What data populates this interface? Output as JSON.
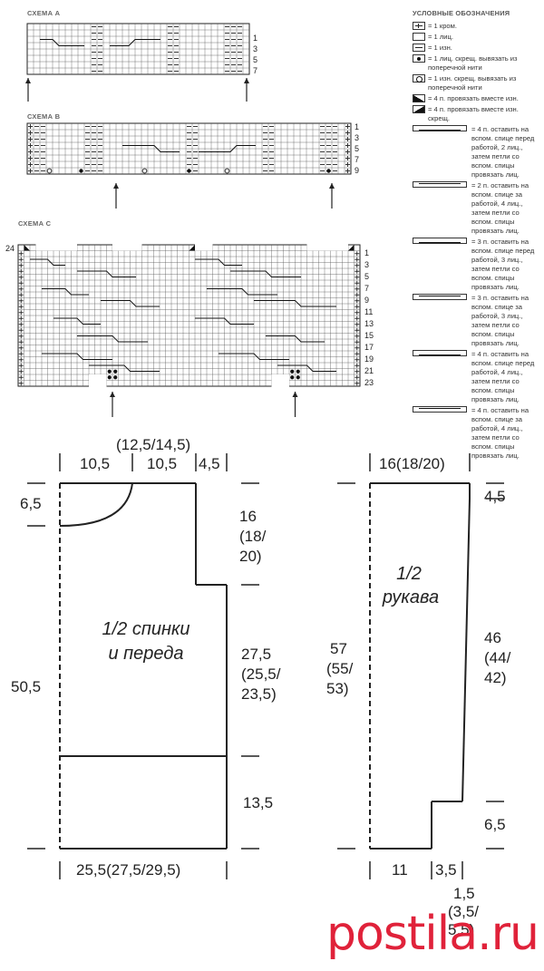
{
  "schemes": [
    {
      "title": "СХЕМА А",
      "row_numbers": [
        "7",
        "5",
        "3",
        "1"
      ]
    },
    {
      "title": "СХЕМА В",
      "row_numbers": [
        "9",
        "7",
        "5",
        "3",
        "1"
      ]
    },
    {
      "title": "СХЕМА С",
      "row_numbers": [
        "23",
        "21",
        "19",
        "17",
        "15",
        "13",
        "11",
        "9",
        "7",
        "5",
        "3",
        "1"
      ],
      "top_row_label": "24"
    }
  ],
  "legend": {
    "title": "УСЛОВНЫЕ ОБОЗНАЧЕНИЯ",
    "items": [
      {
        "icon": "plus",
        "text": "= 1 кром."
      },
      {
        "icon": "empty",
        "text": "= 1 лиц."
      },
      {
        "icon": "dash",
        "text": "= 1 изн."
      },
      {
        "icon": "dot",
        "text": "= 1 лиц. скрещ. вывязать из поперечной нити"
      },
      {
        "icon": "circle",
        "text": "= 1 изн. скрещ. вывязать из поперечной нити"
      },
      {
        "icon": "triangle-right",
        "text": "= 4 п. провязать вместе изн."
      },
      {
        "icon": "triangle-left",
        "text": "= 4 п. провязать вместе изн. скрещ."
      },
      {
        "icon": "cable",
        "text": "= 4 п. оставить на вспом. спице перед работой, 2 лиц., затем петли со вспом. спицы провязать лиц."
      },
      {
        "icon": "cable",
        "text": "= 2 п. оставить на вспом. спице за работой, 4 лиц., затем петли со вспом. спицы провязать лиц."
      },
      {
        "icon": "cable",
        "text": "= 3 п. оставить на вспом. спице перед работой, 3 лиц., затем петли со вспом. спицы провязать лиц."
      },
      {
        "icon": "cable",
        "text": "= 3 п. оставить на вспом. спице за работой, 3 лиц., затем петли со вспом. спицы провязать лиц."
      },
      {
        "icon": "cable",
        "text": "= 4 п. оставить на вспом. спице перед работой, 4 лиц., затем петли со вспом. спицы провязать лиц."
      },
      {
        "icon": "cable",
        "text": "= 4 п. оставить на вспом. спице за работой, 4 лиц., затем петли со вспом. спицы провязать лиц."
      }
    ]
  },
  "body_pattern": {
    "title_line1": "1/2 спинки",
    "title_line2": "и переда",
    "top_left": "10,5",
    "top_mid_label": "(12,5/14,5)",
    "top_mid": "10,5",
    "top_right": "4,5",
    "neck_depth": "6,5",
    "armhole": "16",
    "armhole_alt1": "(18/",
    "armhole_alt2": "20)",
    "mid_height": "27,5",
    "mid_alt1": "(25,5/",
    "mid_alt2": "23,5)",
    "total_height": "50,5",
    "rib_height": "13,5",
    "bottom_width": "25,5(27,5/29,5)"
  },
  "sleeve_pattern": {
    "title_line1": "1/2",
    "title_line2": "рукава",
    "top_width": "16(18/20)",
    "cap": "4,5",
    "length": "46",
    "length_alt1": "(44/",
    "length_alt2": "42)",
    "total": "57",
    "total_alt1": "(55/",
    "total_alt2": "53)",
    "cuff_height": "6,5",
    "cuff_width": "11",
    "side_width": "3,5",
    "side_extra": "1,5",
    "side_extra_alt1": "(3,5/",
    "side_extra_alt2": "5,5)"
  },
  "watermark": "postila.ru",
  "colors": {
    "ink": "#222222",
    "grid": "#555555",
    "watermark": "#e0223a"
  }
}
